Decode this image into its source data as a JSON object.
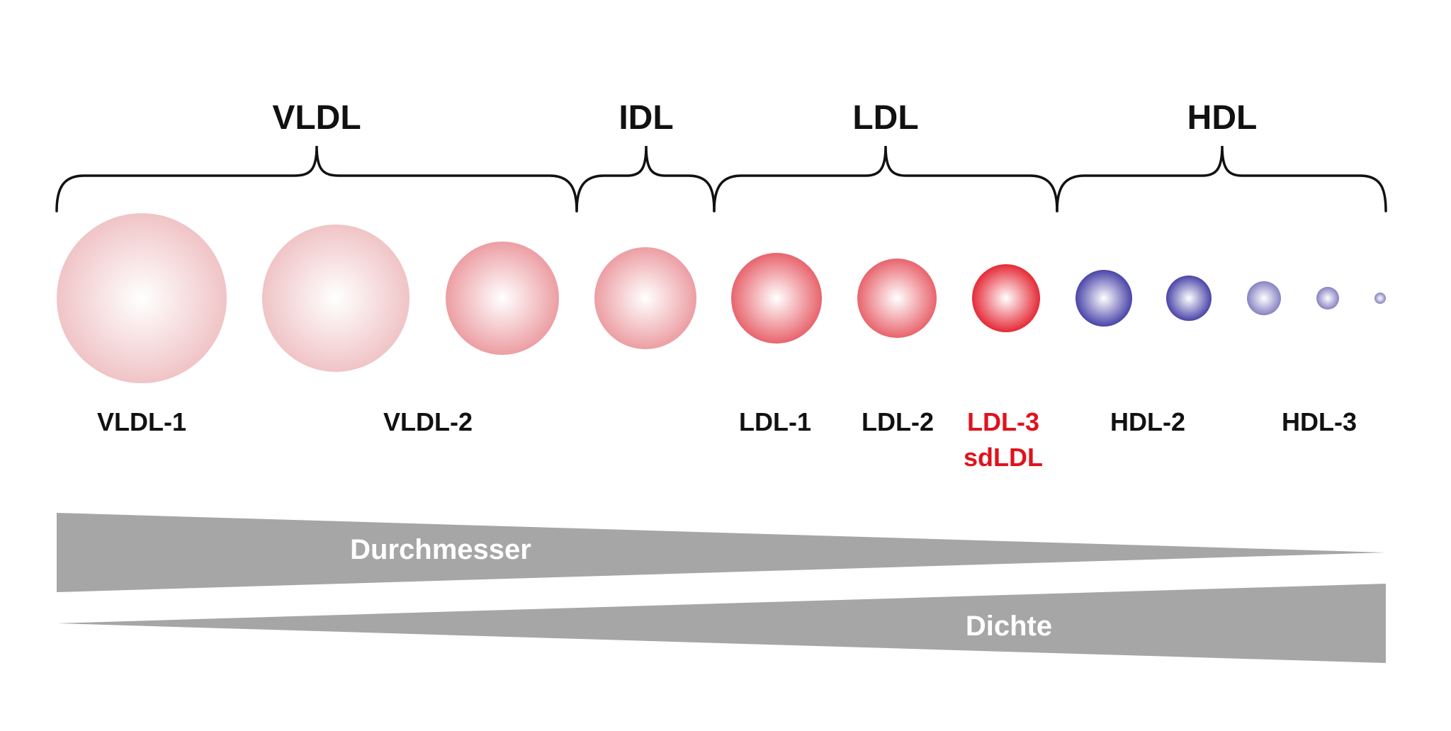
{
  "groups": [
    {
      "label": "VLDL"
    },
    {
      "label": "IDL"
    },
    {
      "label": "LDL"
    },
    {
      "label": "HDL"
    }
  ],
  "particles": [
    {
      "tone": "very-light-red"
    },
    {
      "tone": "very-light-red"
    },
    {
      "tone": "light-red"
    },
    {
      "tone": "light-red"
    },
    {
      "tone": "red"
    },
    {
      "tone": "red"
    },
    {
      "tone": "strong-red"
    },
    {
      "tone": "blue"
    },
    {
      "tone": "blue"
    },
    {
      "tone": "light-blue"
    },
    {
      "tone": "light-blue"
    },
    {
      "tone": "light-blue"
    }
  ],
  "subclass_labels": [
    {
      "text": "VLDL-1",
      "color": "#111111"
    },
    {
      "text": "VLDL-2",
      "color": "#111111"
    },
    {
      "text": "LDL-1",
      "color": "#111111"
    },
    {
      "text": "LDL-2",
      "color": "#111111"
    },
    {
      "text": "LDL-3",
      "color": "#e0121c"
    },
    {
      "text": "sdLDL",
      "color": "#e0121c"
    },
    {
      "text": "HDL-2",
      "color": "#111111"
    },
    {
      "text": "HDL-3",
      "color": "#111111"
    }
  ],
  "gradients": {
    "diameter_label": "Durchmesser",
    "density_label": "Dichte",
    "fill_color": "#a6a6a6",
    "text_color": "#ffffff"
  }
}
